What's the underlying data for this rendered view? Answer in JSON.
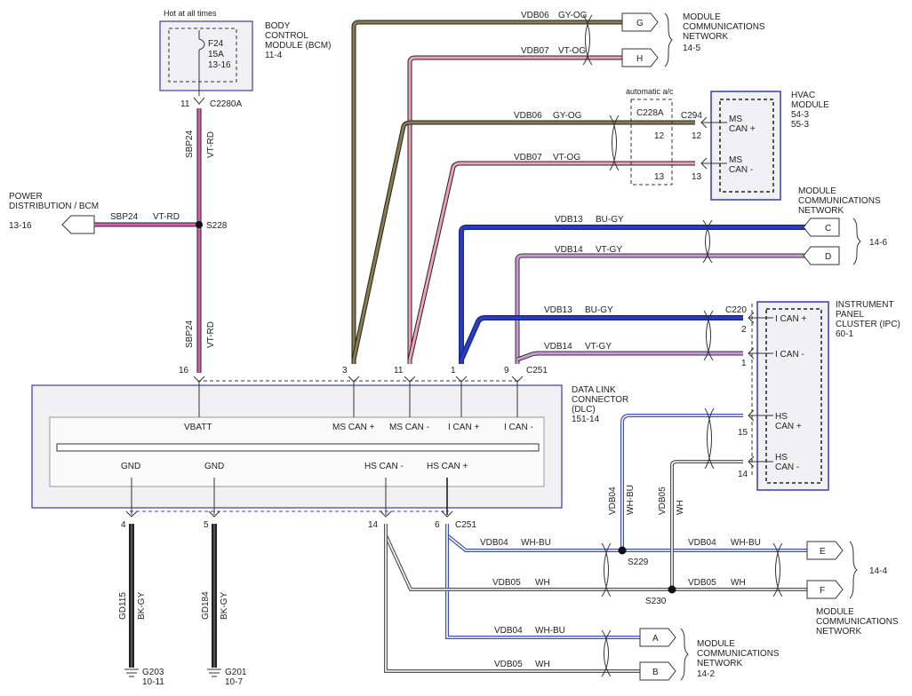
{
  "colors": {
    "gy_og": "#8b7a4a",
    "vt_og": "#f0a0b8",
    "bu_gy": "#2a3fc8",
    "vt_gy": "#c99ad8",
    "vt_rd": "#d95fb6",
    "wh_bu": "#3a4fb8",
    "wh": "#888888",
    "bk_gy": "#222222",
    "module_border": "#3b3bb0"
  },
  "bcm": {
    "hot_label": "Hot at all times",
    "title_lines": [
      "BODY",
      "CONTROL",
      "MODULE (BCM)",
      "11-4"
    ],
    "fuse_lines": [
      "F24",
      "15A",
      "13-16"
    ],
    "pin": "11",
    "connector": "C2280A"
  },
  "power": {
    "title_lines": [
      "POWER",
      "DISTRIBUTION / BCM"
    ],
    "ref": "13-16",
    "wire_code": "SBP24",
    "wire_color": "VT-RD",
    "splice": "S228"
  },
  "dlc": {
    "title_lines": [
      "DATA LINK",
      "CONNECTOR",
      "(DLC)",
      "151-14"
    ],
    "connector_top": "C251",
    "connector_bottom": "C251",
    "top_pins": [
      "16",
      "3",
      "11",
      "1",
      "9"
    ],
    "top_labels": [
      "VBATT",
      "MS CAN +",
      "MS CAN -",
      "I CAN +",
      "I CAN -"
    ],
    "bottom_labels": [
      "GND",
      "GND",
      "HS CAN -",
      "HS CAN +"
    ],
    "bottom_pins": [
      "4",
      "5",
      "14",
      "6"
    ]
  },
  "wires": {
    "sbp24": "SBP24",
    "vt_rd": "VT-RD",
    "vdb06": "VDB06",
    "gy_og": "GY-OG",
    "vdb07": "VDB07",
    "vt_og": "VT-OG",
    "vdb13": "VDB13",
    "bu_gy": "BU-GY",
    "vdb14": "VDB14",
    "vt_gy": "VT-GY",
    "vdb04": "VDB04",
    "wh_bu": "WH-BU",
    "vdb05": "VDB05",
    "wh": "WH",
    "gd115": "GD115",
    "gd184": "GD184",
    "bk_gy": "BK-GY"
  },
  "mcn_top": {
    "title_lines": [
      "MODULE",
      "COMMUNICATIONS",
      "NETWORK",
      "14-5"
    ],
    "conn_g": "G",
    "conn_h": "H"
  },
  "hvac": {
    "title_lines": [
      "HVAC",
      "MODULE",
      "54-3",
      "55-3"
    ],
    "auto_label": "automatic a/c",
    "inline_connector": "C228A",
    "connector": "C294",
    "pins": [
      "12",
      "13"
    ],
    "inline_pins": [
      "12",
      "13"
    ],
    "labels_plus": [
      "MS",
      "CAN +"
    ],
    "labels_minus": [
      "MS",
      "CAN -"
    ]
  },
  "mcn_mid": {
    "title_lines": [
      "MODULE",
      "COMMUNICATIONS",
      "NETWORK"
    ],
    "ref": "14-6",
    "conn_c": "C",
    "conn_d": "D"
  },
  "ipc": {
    "title_lines": [
      "INSTRUMENT",
      "PANEL",
      "CLUSTER (IPC)",
      "60-1"
    ],
    "connector": "C220",
    "pins": [
      "2",
      "1",
      "15",
      "14"
    ],
    "label_ican_plus": "I CAN +",
    "label_ican_minus": "I CAN -",
    "labels_hs_plus": [
      "HS",
      "CAN +"
    ],
    "labels_hs_minus": [
      "HS",
      "CAN -"
    ]
  },
  "splices": {
    "s229": "S229",
    "s230": "S230"
  },
  "mcn_ef": {
    "title_lines": [
      "MODULE",
      "COMMUNICATIONS",
      "NETWORK"
    ],
    "ref": "14-4",
    "conn_e": "E",
    "conn_f": "F"
  },
  "mcn_ab": {
    "title_lines": [
      "MODULE",
      "COMMUNICATIONS",
      "NETWORK",
      "14-2"
    ],
    "conn_a": "A",
    "conn_b": "B"
  },
  "grounds": {
    "g203": "G203",
    "g203_ref": "10-11",
    "g201": "G201",
    "g201_ref": "10-7"
  }
}
